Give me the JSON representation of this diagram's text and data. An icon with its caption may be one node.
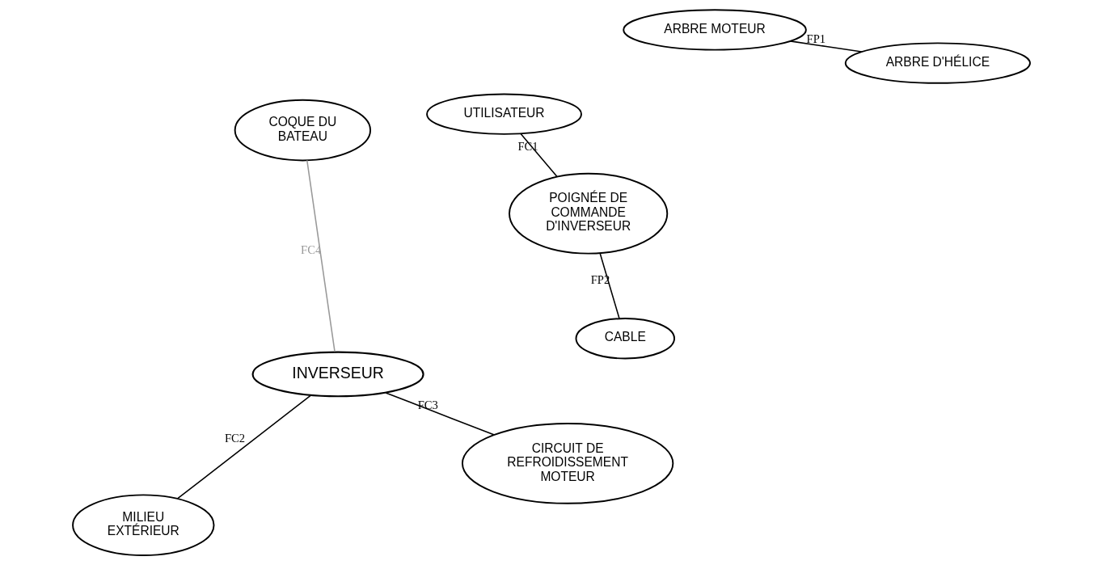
{
  "diagram": {
    "nodes": [
      {
        "text": [
          "MILIEU EXTÉRIEUR"
        ]
      },
      {
        "text": [
          "ARBRE MOTEUR"
        ]
      },
      {
        "text": [
          "UTILISATEUR"
        ]
      },
      {
        "text": [
          "CIRCUIT DE REFROIDISSEMENT MOTEUR"
        ]
      },
      {
        "text": [
          "POIGNÉE DE COMMANDE D'INVERSEUR"
        ]
      },
      {
        "text": [
          "INVERSEUR"
        ]
      },
      {
        "text": [
          "COQUE DU BATEAU"
        ]
      },
      {
        "text": [
          "CABLE"
        ]
      },
      {
        "text": [
          "ARBRE D'HÉLICE"
        ]
      }
    ],
    "edges": [
      {
        "from": 0,
        "to": 5,
        "arrow": "none",
        "label": "FC2"
      },
      {
        "from": 3,
        "to": 5,
        "arrow": "none",
        "label": "FC3"
      },
      {
        "from": 6,
        "to": 5,
        "arrow": "none",
        "label": "FC4",
        "color": "#999999"
      },
      {
        "from": 1,
        "to": 8,
        "arrow": "none",
        "label": "FP1"
      },
      {
        "from": 4,
        "to": 7,
        "arrow": "none",
        "label": "FP2"
      },
      {
        "from": 2,
        "to": 4,
        "arrow": "none",
        "label": "FC1"
      }
    ]
  }
}
